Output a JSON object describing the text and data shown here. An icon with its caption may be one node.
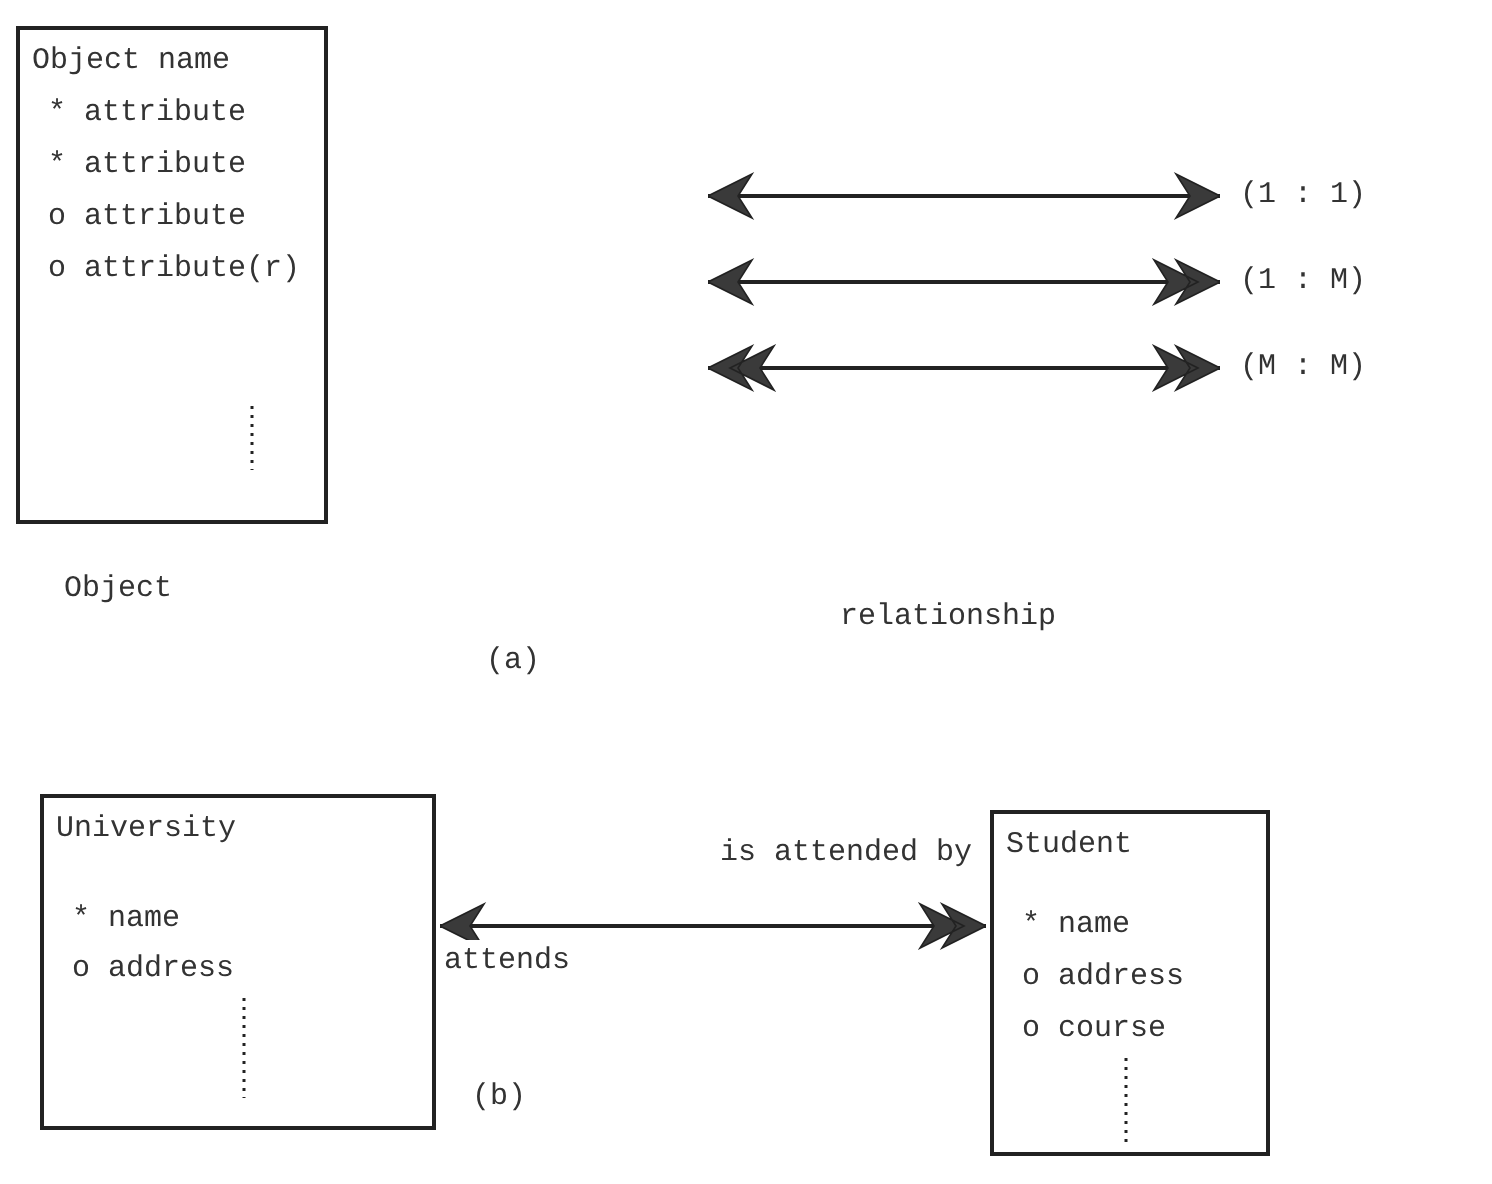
{
  "diagram": {
    "nodes": [
      {
        "text": [
          "Object name",
          "* attribute",
          "* attribute",
          "o attribute",
          "o attribute(r)"
        ],
        "beside": [
          "Object"
        ]
      },
      {
        "text": [
          "University",
          "* name",
          "o address"
        ]
      },
      {
        "text": [
          "Student",
          "* name",
          "o address",
          "o course"
        ]
      }
    ],
    "edges": [
      {
        "from": 1,
        "to": 2,
        "arrow": "both",
        "label": "attends"
      }
    ],
    "labels": [
      "relationship",
      "(a)",
      "is attended by",
      "(b)"
    ],
    "legend": [
      {
        "text": "(1 : 1)"
      },
      {
        "text": "(1 : M)"
      },
      {
        "text": "(M : M)"
      }
    ]
  }
}
